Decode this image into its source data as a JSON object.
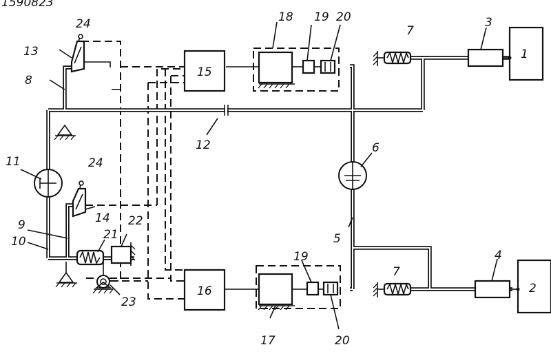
{
  "watermark": "1590823",
  "labels": {
    "n1": "1",
    "n2": "2",
    "n3": "3",
    "n4": "4",
    "n5": "5",
    "n6": "6",
    "n7a": "7",
    "n7b": "7",
    "n8": "8",
    "n9": "9",
    "n10": "10",
    "n11": "11",
    "n12": "12",
    "n13": "13",
    "n14": "14",
    "n15": "15",
    "n16": "16",
    "n17": "17",
    "n18": "18",
    "n19a": "19",
    "n19b": "19",
    "n20a": "20",
    "n20b": "20",
    "n21": "21",
    "n22": "22",
    "n23": "23",
    "n24a": "24",
    "n24b": "24"
  },
  "colors": {
    "ink": "#111111",
    "paper": "#ffffff"
  }
}
